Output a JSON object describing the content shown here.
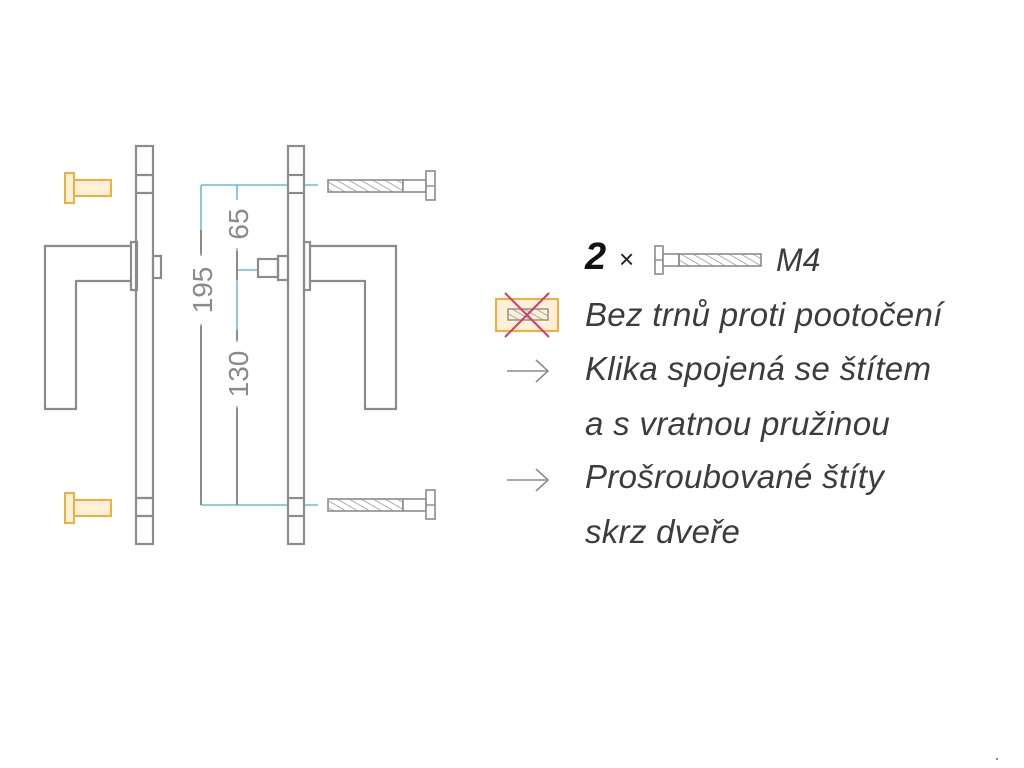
{
  "dimensions": {
    "overall": "195",
    "upper": "65",
    "lower": "130"
  },
  "screw_spec": {
    "quantity": "2",
    "times_sign": "×",
    "thread": "M4"
  },
  "features": {
    "no_pins": "Bez trnů proti pootočení",
    "handle_line1": "Klika spojená se štítem",
    "handle_line2": "a s vratnou pružinou",
    "screws_line1": "Prošroubované štíty",
    "screws_line2": "skrz dveře"
  },
  "colors": {
    "outline": "#8c8c8c",
    "dimension": "#4aaed0",
    "screw_orange": "#f2ad3a",
    "screw_fill": "#fdf0d6",
    "cross": "#d23a6a",
    "text": "#3c3c3c"
  },
  "icons": [
    "screw-icon",
    "no-pins-icon",
    "arrow-right-icon"
  ]
}
